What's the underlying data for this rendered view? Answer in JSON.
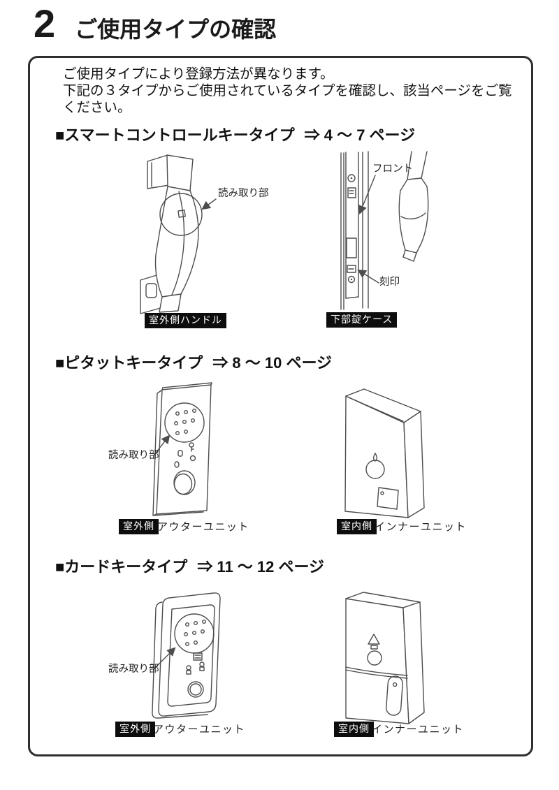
{
  "header": {
    "number": "2",
    "title": "ご使用タイプの確認"
  },
  "intro": {
    "line1": "ご使用タイプにより登録方法が異なります。",
    "line2": "下記の３タイプからご使用されているタイプを確認し、該当ページをご覧",
    "line3": "ください。"
  },
  "sections": {
    "smart_control": {
      "marker": "■",
      "title": "スマートコントロールキータイプ",
      "pages": "⇒ 4 ～ 7 ページ",
      "callouts": {
        "reading": "読み取り部",
        "front": "フロント",
        "stamp": "刻印"
      },
      "labels": {
        "handle": "室外側ハンドル",
        "lock_case": "下部錠ケース"
      }
    },
    "pitatto": {
      "marker": "■",
      "title": "ピタットキータイプ",
      "pages": "⇒ 8 ～ 10 ページ",
      "callouts": {
        "reading": "読み取り部"
      },
      "labels": {
        "outdoor_tag": "室外側",
        "outer_unit": "アウターユニット",
        "indoor_tag": "室内側",
        "inner_unit": "インナーユニット"
      }
    },
    "card": {
      "marker": "■",
      "title": "カードキータイプ",
      "pages": "⇒ 11 ～ 12 ページ",
      "callouts": {
        "reading": "読み取り部"
      },
      "labels": {
        "outdoor_tag": "室外側",
        "outer_unit": "アウターユニット",
        "indoor_tag": "室内側",
        "inner_unit": "インナーユニット"
      }
    }
  }
}
